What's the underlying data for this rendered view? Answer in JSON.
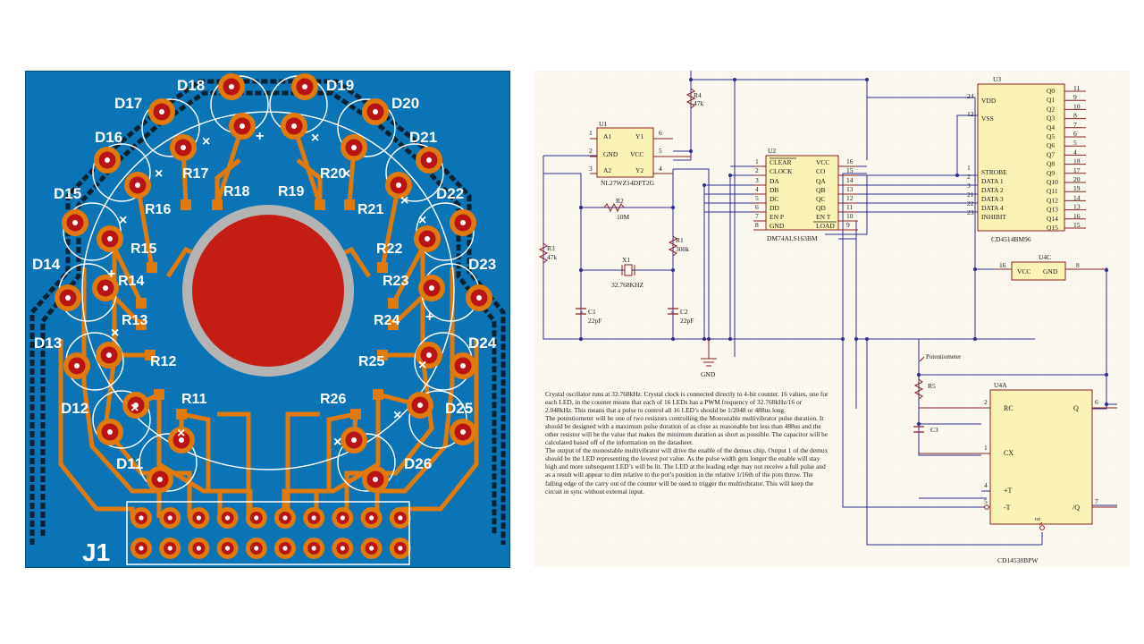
{
  "pcb": {
    "led_labels": [
      "D11",
      "D12",
      "D13",
      "D14",
      "D15",
      "D16",
      "D17",
      "D18",
      "D19",
      "D20",
      "D21",
      "D22",
      "D23",
      "D24",
      "D25",
      "D26"
    ],
    "resistor_labels": [
      "R11",
      "R12",
      "R13",
      "R14",
      "R15",
      "R16",
      "R17",
      "R18",
      "R19",
      "R20",
      "R21",
      "R22",
      "R23",
      "R24",
      "R25",
      "R26"
    ],
    "connector_label": "J1",
    "colors": {
      "board": "#0a74b6",
      "copper": "#e07a0c",
      "pad": "#b81416",
      "silk": "#ffffff",
      "big_pad": "#c41e14",
      "ring": "#b4b4b4"
    }
  },
  "schematic": {
    "u1": {
      "ref": "U1",
      "part": "NL27WZ14DFT2G",
      "pins_left": [
        "A1",
        "GND",
        "A2"
      ],
      "pins_right": [
        "Y1",
        "VCC",
        "Y2"
      ],
      "pin_nums": [
        "1",
        "2",
        "3",
        "6",
        "5",
        "4"
      ]
    },
    "u2": {
      "ref": "U2",
      "part": "DM74ALS163BM",
      "pins_left": [
        "CLEAR",
        "CLOCK",
        "DA",
        "DB",
        "DC",
        "DD",
        "EN P",
        "GND"
      ],
      "pins_right": [
        "VCC",
        "CO",
        "QA",
        "QB",
        "QC",
        "QD",
        "EN T",
        "LOAD"
      ],
      "pin_nums_left": [
        "1",
        "2",
        "3",
        "4",
        "5",
        "6",
        "7",
        "8"
      ],
      "pin_nums_right": [
        "16",
        "15",
        "14",
        "13",
        "12",
        "11",
        "10",
        "9"
      ]
    },
    "u3": {
      "ref": "U3",
      "part": "CD4514BM96",
      "pins_left": [
        "VDD",
        "VSS",
        "STROBE",
        "DATA 1",
        "DATA 2",
        "DATA 3",
        "DATA 4",
        "INHIBIT"
      ],
      "pin_nums_left": [
        "24",
        "12",
        "1",
        "2",
        "3",
        "21",
        "22",
        "23"
      ],
      "pins_right": [
        "Q0",
        "Q1",
        "Q2",
        "Q3",
        "Q4",
        "Q5",
        "Q6",
        "Q7",
        "Q8",
        "Q9",
        "Q10",
        "Q11",
        "Q12",
        "Q13",
        "Q14",
        "Q15"
      ],
      "pin_nums_right": [
        "11",
        "9",
        "10",
        "8",
        "7",
        "6",
        "5",
        "4",
        "18",
        "17",
        "20",
        "19",
        "14",
        "13",
        "16",
        "15"
      ]
    },
    "u4c": {
      "ref": "U4C",
      "pins": [
        "VCC",
        "GND"
      ],
      "pin_nums": [
        "16",
        "8"
      ]
    },
    "u4a": {
      "ref": "U4A",
      "part": "CD14538BPW",
      "pins_left": [
        "RC",
        "CX",
        "+T",
        "-T"
      ],
      "pins_right": [
        "Q",
        "/Q"
      ],
      "pin_nums_left": [
        "2",
        "1",
        "4",
        "5"
      ],
      "pin_nums_right": [
        "6",
        "7"
      ],
      "bottom_pin": "rst"
    },
    "components": {
      "r4": {
        "ref": "R4",
        "value": "47k"
      },
      "r2": {
        "ref": "R2",
        "value": "10M"
      },
      "r1": {
        "ref": "R1",
        "value": "300k"
      },
      "r3": {
        "ref": "R3",
        "value": "47k"
      },
      "x1": {
        "ref": "X1",
        "value": "32.768KHZ"
      },
      "c1": {
        "ref": "C1",
        "value": "22pF"
      },
      "c2": {
        "ref": "C2",
        "value": "22pF"
      },
      "r5": {
        "ref": "R5",
        "value": "Potentiometer"
      },
      "c3": {
        "ref": "C3"
      },
      "gnd": "GND"
    },
    "notes": [
      "Crystal oscillator runs at 32.768kHz. Crystal clock is connected directly to 4-bit counter. 16 values, one for each LED, in the counter means that each of 16 LEDs has a PWM frequency of 32.768kHz/16 or 2.048kHz. This means that a pulse to control all 16 LED’s should be 1/2048 or 488us long.",
      "The potentiometer will be one of two resistors controlling the Monostable multivibrator pulse duration. It should be designed with a maximum pulse duration of as close as reasonable but less than 488us and the other resistor will be the value that makes the minimum duration as short as possible. The capacitor will be calculated based off of the information on the datasheet.",
      "The output of the monostable multivibrator will drive the enable of the demux chip. Output 1 of the demux should be the LED representing the lowest pot value. As the pulse width gets longer the enable will stay high and more subsequent LED’s will be lit. The LED at the leading edge may not receive a full pulse and as a result will appear to dim relative to the pot’s position in the relative 1/16th of the pots throw. The falling edge of the carry out of the counter will be used to trigger the multivibrator. This will keep the circuit in sync without external input."
    ]
  }
}
